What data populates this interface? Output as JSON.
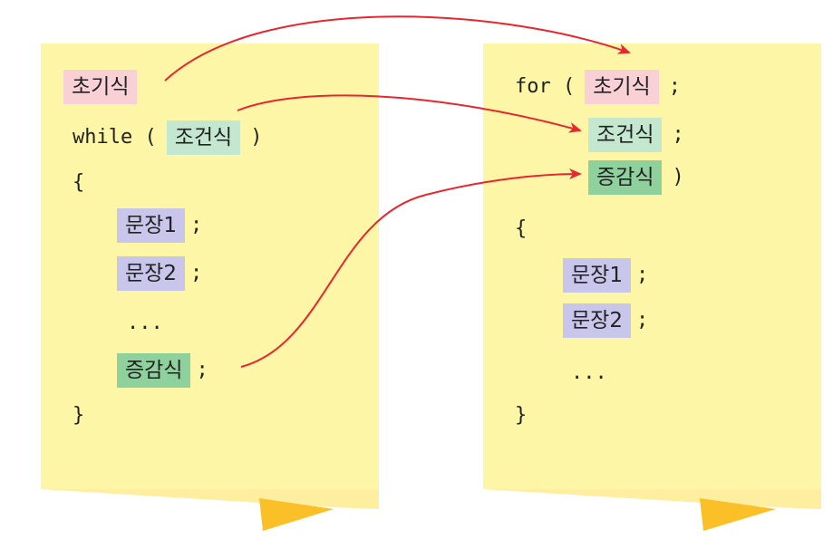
{
  "left_code": {
    "init": "초기식",
    "while_kw": "while (",
    "cond": "조건식",
    "close_paren": ")",
    "open_brace": "{",
    "stmt1": "문장1",
    "stmt2": "문장2",
    "ellipsis": "...",
    "incr": "증감식",
    "semicolon": ";",
    "close_brace": "}"
  },
  "right_code": {
    "for_kw": "for (",
    "init": "초기식",
    "cond": "조건식",
    "incr": "증감식",
    "close_paren": ")",
    "semicolon": ";",
    "open_brace": "{",
    "stmt1": "문장1",
    "stmt2": "문장2",
    "ellipsis": "...",
    "close_brace": "}"
  },
  "colors": {
    "paper": "#fdf6a7",
    "fold": "#fbbf27",
    "init_box": "#f8d0d6",
    "cond_box": "#c4e8cf",
    "incr_box": "#8fd19d",
    "stmt_box": "#c9c6ec",
    "arrow": "#e8262d"
  }
}
